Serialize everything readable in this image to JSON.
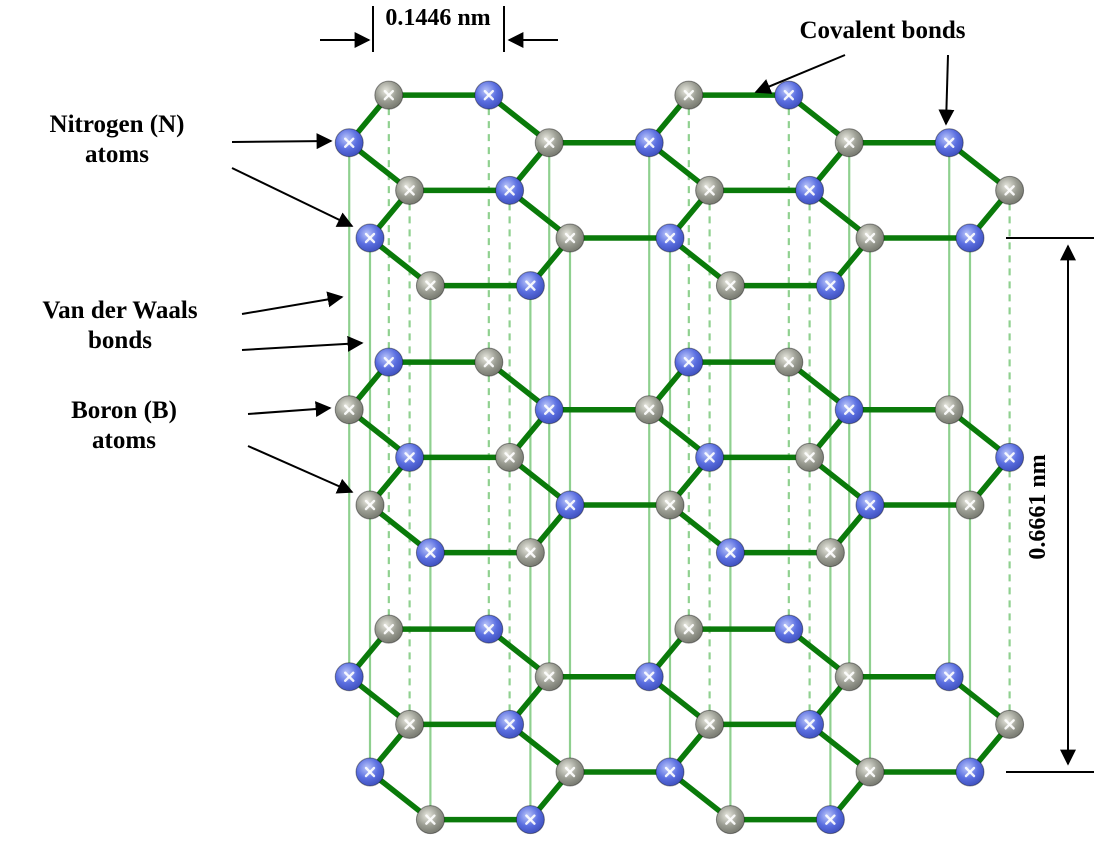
{
  "labels": {
    "nitrogen": "Nitrogen (N)\natoms",
    "van_der_waals": "Van der Waals\nbonds",
    "boron": "Boron (B)\natoms",
    "covalent": "Covalent bonds"
  },
  "dimensions": {
    "bond_length": "0.1446 nm",
    "layer_spacing": "0.6661 nm"
  },
  "structure": {
    "layer_count": 3,
    "atom_types": [
      "Nitrogen (N)",
      "Boron (B)"
    ],
    "bond_types": [
      "Covalent bonds",
      "Van der Waals bonds"
    ]
  },
  "colors": {
    "covalent_bond": "#0a7a0a",
    "van_der_waals_bond": "#8fd08f",
    "nitrogen_center": "#b9c5fa",
    "nitrogen_mid": "#5a6ee0",
    "nitrogen_edge": "#2e3ea8",
    "boron_center": "#e8e8df",
    "boron_mid": "#9a9c92",
    "boron_edge": "#5f6158",
    "annotation": "#000000",
    "background": "#ffffff"
  }
}
